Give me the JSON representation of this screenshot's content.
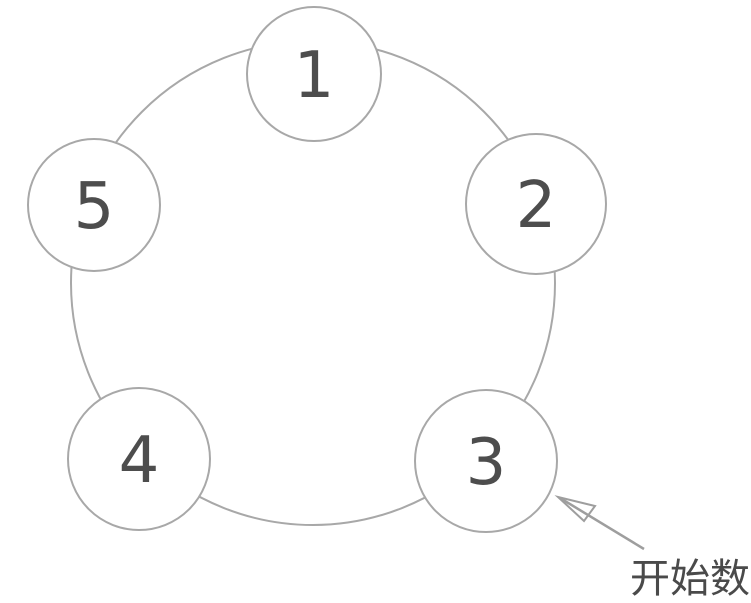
{
  "diagram": {
    "type": "circular-counting-diagram",
    "nodes": [
      {
        "label": "1"
      },
      {
        "label": "2"
      },
      {
        "label": "3"
      },
      {
        "label": "4"
      },
      {
        "label": "5"
      }
    ],
    "annotation": {
      "label": "开始数",
      "points_to_node": "3"
    },
    "colors": {
      "line_stroke": "#a8a8a8",
      "arrow_stroke": "#9e9e9e",
      "number_text": "#4d4d4d",
      "annotation_text": "#4a4a4a",
      "node_fill": "#ffffff",
      "background": "#ffffff"
    }
  }
}
